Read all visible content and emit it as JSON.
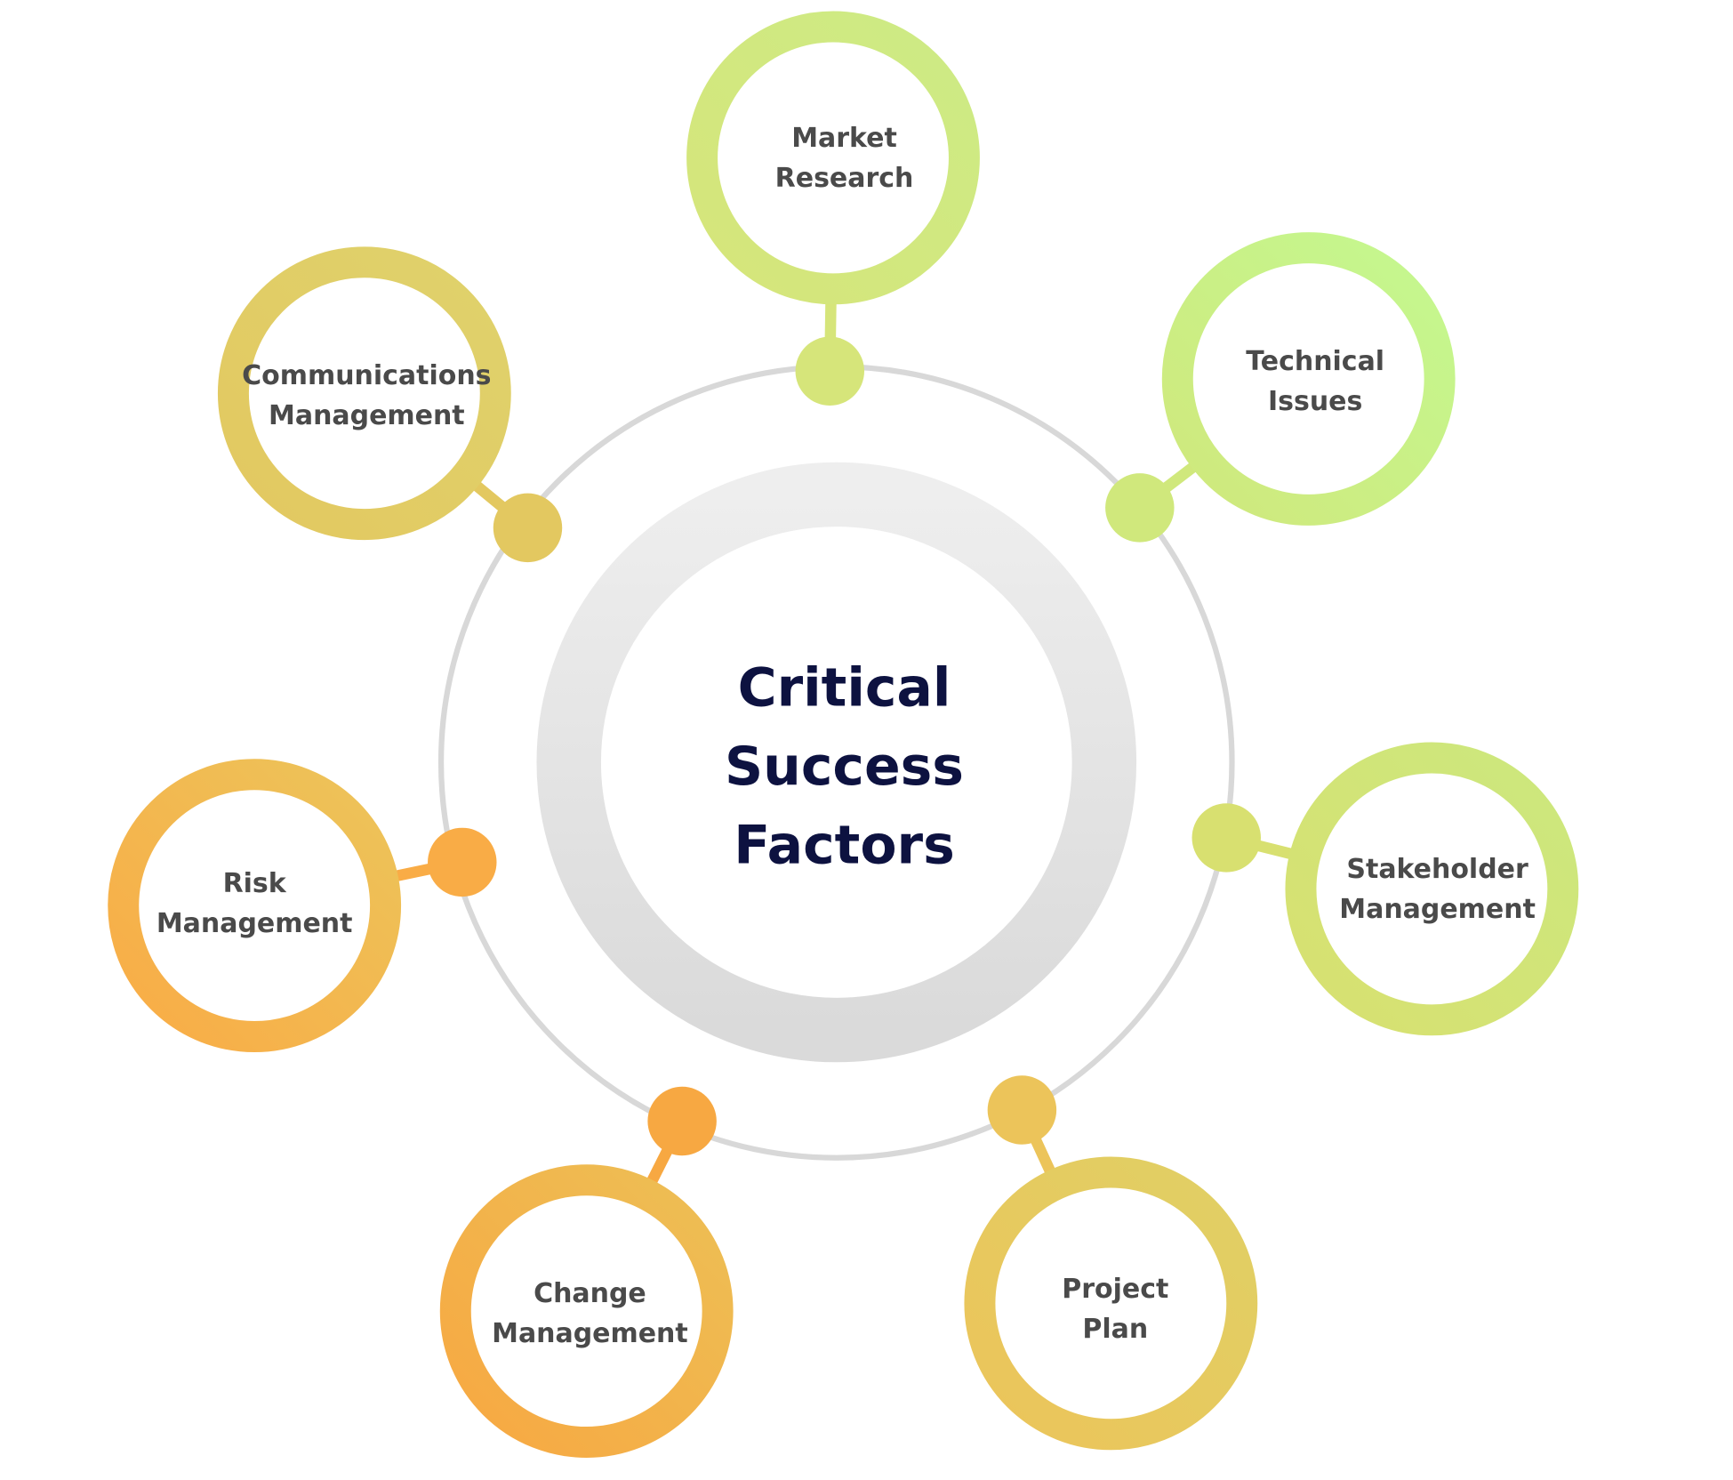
{
  "center": {
    "lines": [
      "Critical",
      "Success",
      "Factors"
    ],
    "ring_color": "#e3e3e3",
    "orbit_color": "#d8d8d8",
    "text_color": "#0d1240"
  },
  "factors": [
    {
      "lines": [
        "Market",
        "Research"
      ],
      "color": "#cdeb85",
      "color2": "#d6e57a"
    },
    {
      "lines": [
        "Technical",
        "Issues"
      ],
      "color": "#c4f890",
      "color2": "#d0e87c"
    },
    {
      "lines": [
        "Stakeholder",
        "Management"
      ],
      "color": "#cce87e",
      "color2": "#d8e070"
    },
    {
      "lines": [
        "Project",
        "Plan"
      ],
      "color": "#e0d065",
      "color2": "#ecc45a"
    },
    {
      "lines": [
        "Change",
        "Management"
      ],
      "color": "#edbf55",
      "color2": "#f7a842"
    },
    {
      "lines": [
        "Risk",
        "Management"
      ],
      "color": "#ecc45a",
      "color2": "#f9ac46"
    },
    {
      "lines": [
        "Communications",
        "Management"
      ],
      "color": "#dfd26c",
      "color2": "#e3c860"
    }
  ]
}
